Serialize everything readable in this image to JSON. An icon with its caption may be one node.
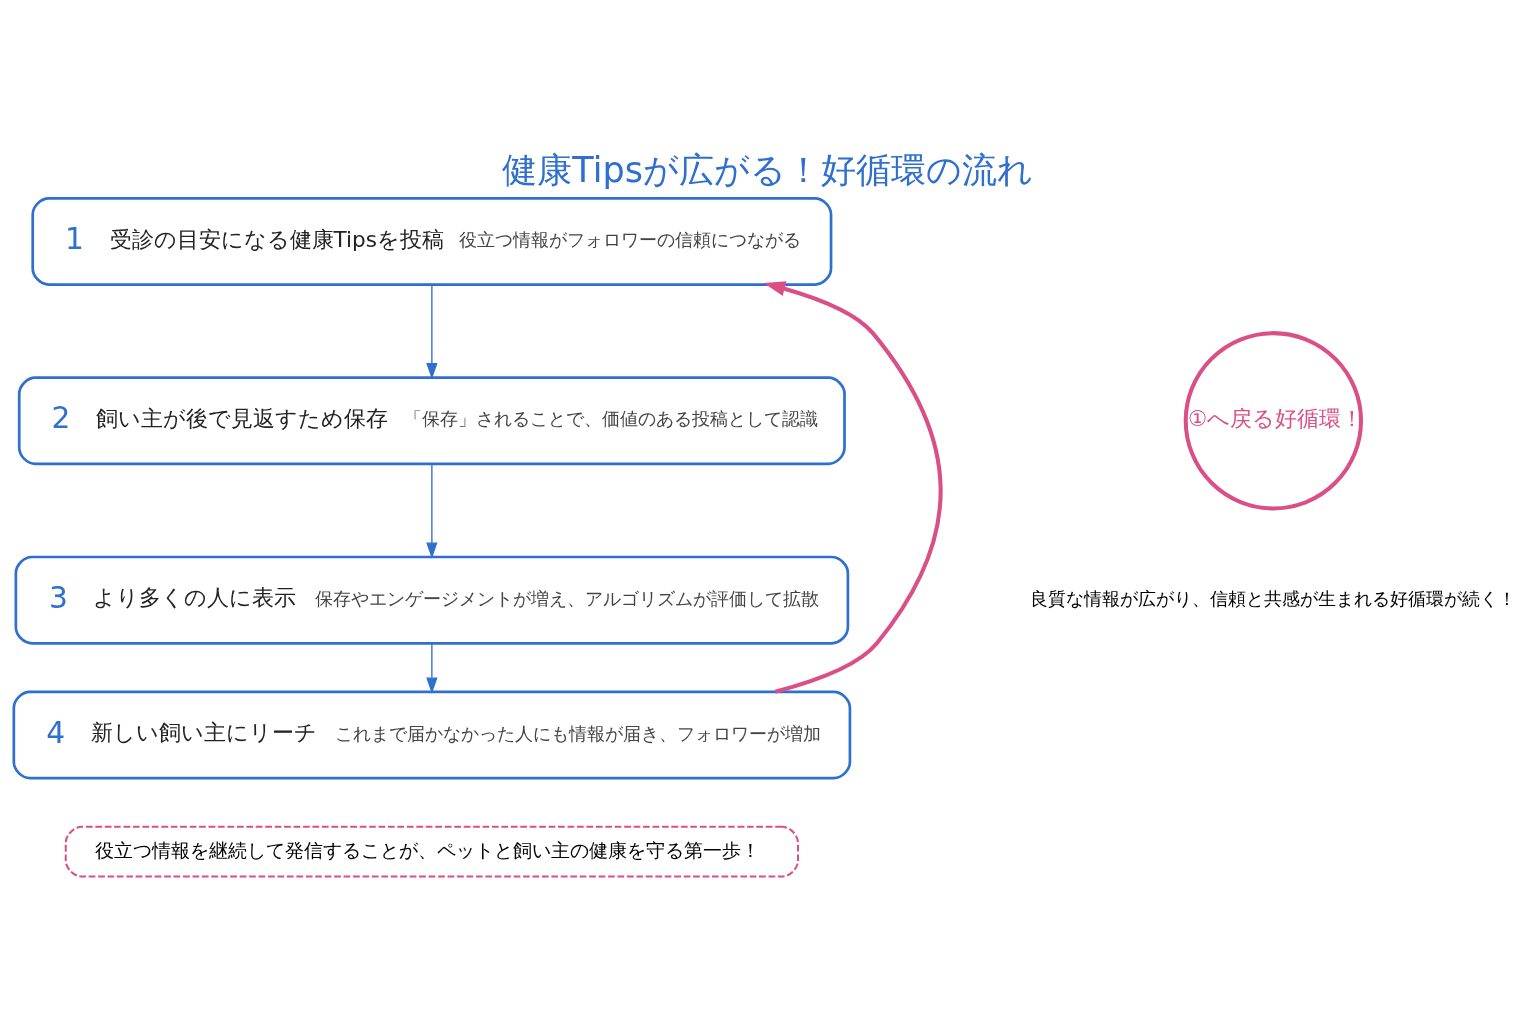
{
  "diagram": {
    "title": "健康Tipsが広がる！好循環の流れ",
    "nodes": [
      {
        "text": [
          "1",
          "受診の目安になる健康Tipsを投稿",
          "役立つ情報がフォロワーの信頼につながる"
        ]
      },
      {
        "text": [
          "2",
          "飼い主が後で見返すため保存",
          "「保存」されることで、価値のある投稿として認識"
        ]
      },
      {
        "text": [
          "3",
          "より多くの人に表示",
          "保存やエンゲージメントが増え、アルゴリズムが評価して拡散"
        ]
      },
      {
        "text": [
          "4",
          "新しい飼い主にリーチ",
          "これまで届かなかった人にも情報が届き、フォロワーが増加"
        ]
      },
      {
        "text": [
          "①へ戻る好循環！"
        ]
      },
      {
        "text": [
          "役立つ情報を継続して発信することが、ペットと飼い主の健康を守る第一歩！"
        ]
      }
    ],
    "edges": [
      {
        "from": 0,
        "to": 1,
        "arrow": "to"
      },
      {
        "from": 1,
        "to": 2,
        "arrow": "to"
      },
      {
        "from": 2,
        "to": 3,
        "arrow": "to"
      },
      {
        "from": 3,
        "to": 0,
        "arrow": "to",
        "style": "thick",
        "color": "#d94f86"
      }
    ],
    "labels": [
      "良質な情報が広がり、信頼と共感が生まれる好循環が続く！"
    ]
  }
}
